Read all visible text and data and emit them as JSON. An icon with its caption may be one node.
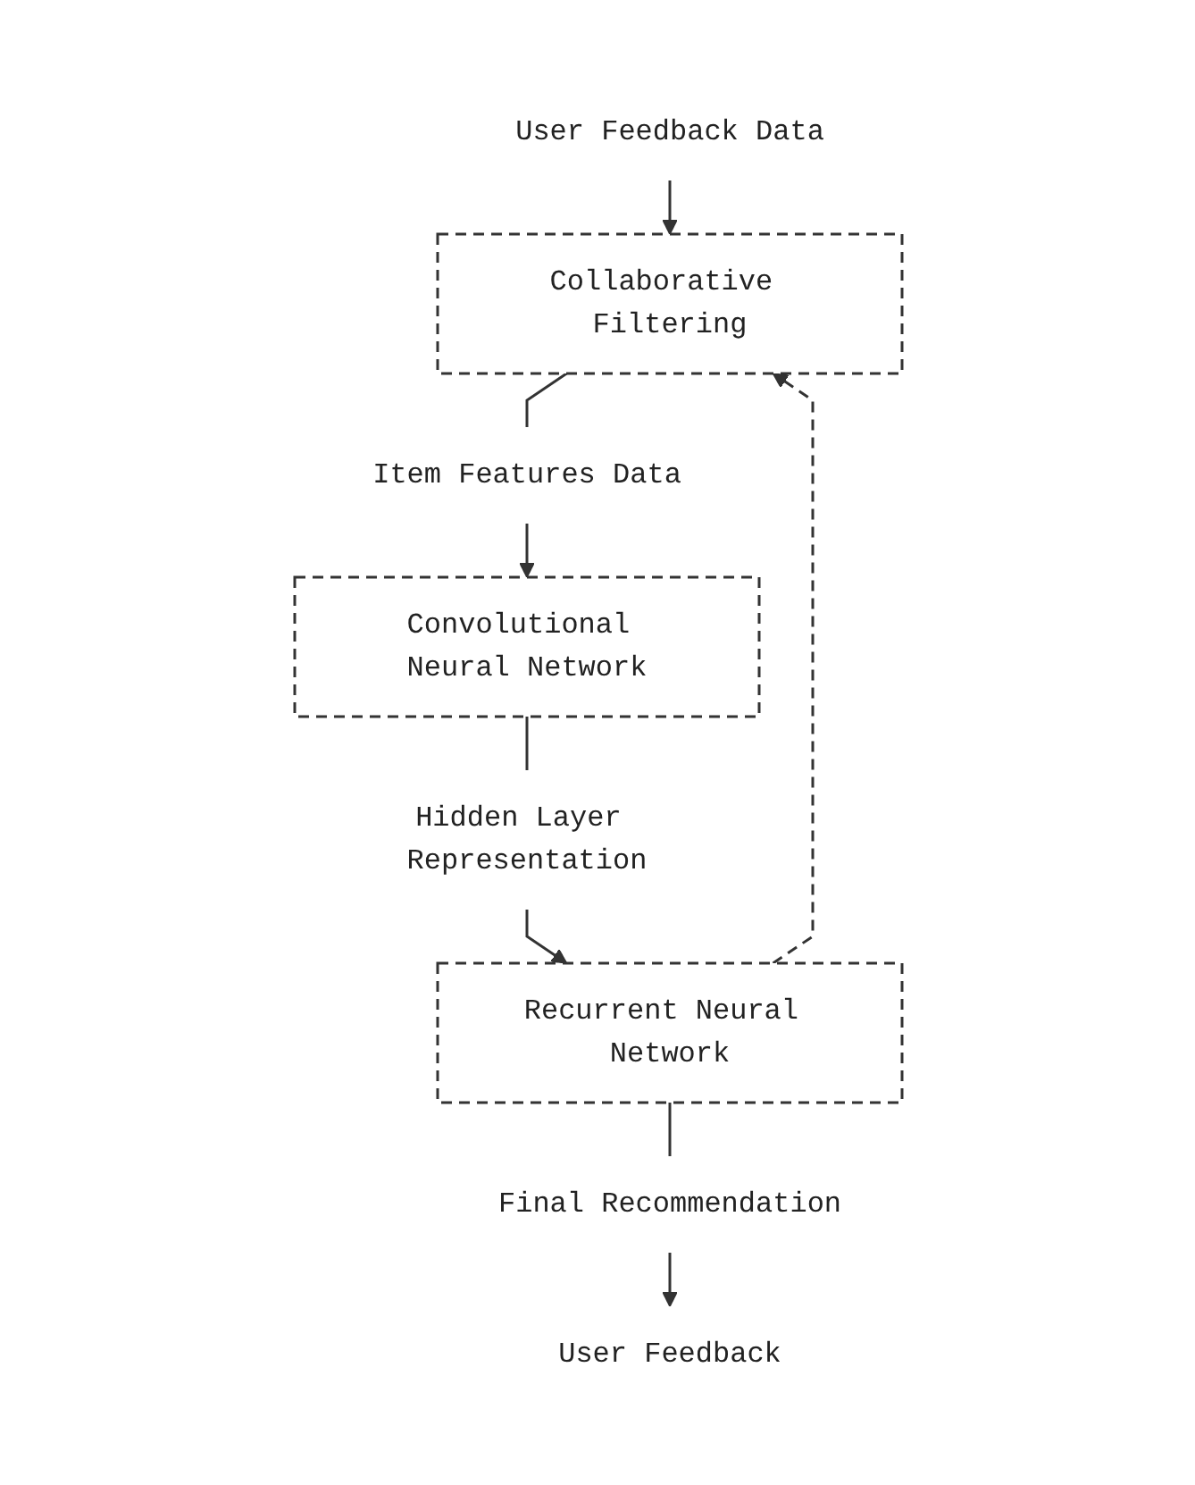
{
  "diagram": {
    "nodes": [
      {
        "text": [
          "User Feedback Data"
        ]
      },
      {
        "text": [
          "Collaborative Filtering"
        ]
      },
      {
        "text": [
          "Item Features Data"
        ]
      },
      {
        "text": [
          "Convolutional Neural Network"
        ]
      },
      {
        "text": [
          "Hidden Layer Representation"
        ]
      },
      {
        "text": [
          "Recurrent Neural Network"
        ]
      },
      {
        "text": [
          "Final Recommendation"
        ]
      },
      {
        "text": [
          "User Feedback"
        ]
      }
    ],
    "edges": [
      {
        "from": 0,
        "to": 1,
        "arrow": "to"
      },
      {
        "from": 1,
        "to": 2,
        "arrow": "none"
      },
      {
        "from": 2,
        "to": 3,
        "arrow": "to"
      },
      {
        "from": 3,
        "to": 4,
        "arrow": "none"
      },
      {
        "from": 4,
        "to": 5,
        "arrow": "to"
      },
      {
        "from": 5,
        "to": 6,
        "arrow": "none"
      },
      {
        "from": 6,
        "to": 7,
        "arrow": "to"
      },
      {
        "from": 5,
        "to": 1,
        "arrow": "to",
        "style": "dashed"
      }
    ]
  }
}
